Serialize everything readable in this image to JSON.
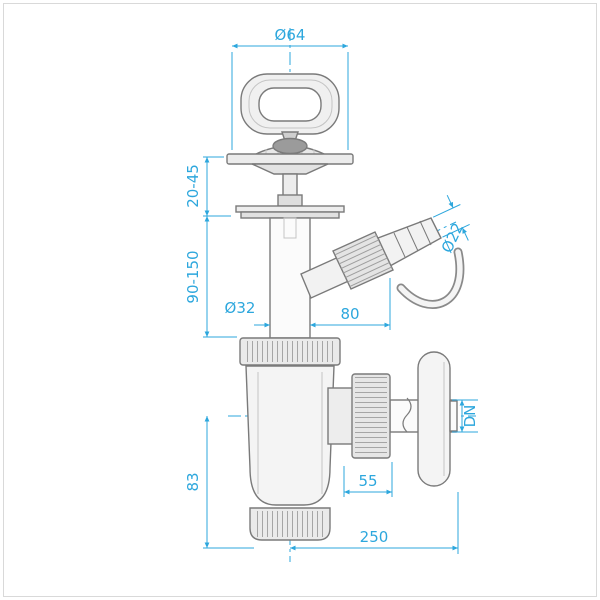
{
  "drawing": {
    "type": "technical-drawing",
    "subject": "bottle trap siphon with strainer, washing-machine hose branch and wall outlet",
    "colors": {
      "dimension": "#2da7dd",
      "line": "#7a7a7a"
    },
    "dimensions": {
      "top_diameter": "Ø64",
      "strainer_height_range": "20-45",
      "tube_length_range": "90-150",
      "tube_diameter": "Ø32",
      "branch_offset": "80",
      "hose_diameter": "Ø22",
      "outlet_nut_length": "55",
      "cup_height": "83",
      "outlet_length": "250",
      "outlet_diameter_label": "DN"
    }
  }
}
